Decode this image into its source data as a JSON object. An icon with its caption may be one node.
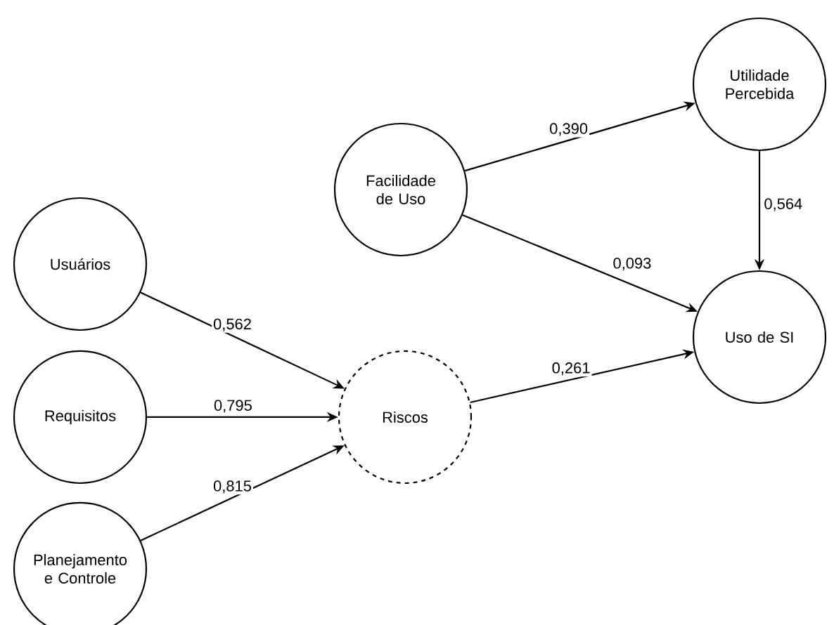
{
  "diagram": {
    "nodes": [
      {
        "text": [
          "Utilidade Percebida"
        ]
      },
      {
        "text": [
          "Facilidade de Uso"
        ]
      },
      {
        "text": [
          "Usuários"
        ]
      },
      {
        "text": [
          "Uso de SI"
        ]
      },
      {
        "text": [
          "Requisitos"
        ]
      },
      {
        "text": [
          "Riscos"
        ]
      },
      {
        "text": [
          "Planejamento e Controle"
        ]
      }
    ],
    "edges": [
      {
        "from": 1,
        "to": 0,
        "arrow": "to",
        "label": "0,390"
      },
      {
        "from": 1,
        "to": 3,
        "arrow": "to",
        "label": "0,093"
      },
      {
        "from": 0,
        "to": 3,
        "arrow": "to",
        "label": "0,564"
      },
      {
        "from": 2,
        "to": 5,
        "arrow": "to",
        "label": "0,562"
      },
      {
        "from": 4,
        "to": 5,
        "arrow": "to",
        "label": "0,795"
      },
      {
        "from": 6,
        "to": 5,
        "arrow": "to",
        "label": "0,815"
      },
      {
        "from": 5,
        "to": 3,
        "arrow": "to",
        "label": "0,261"
      }
    ]
  }
}
